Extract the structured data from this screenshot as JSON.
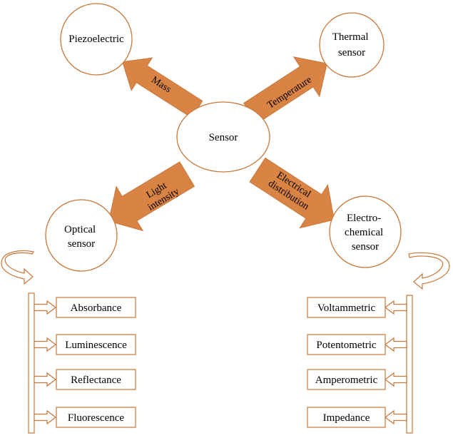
{
  "colors": {
    "arrow_fill": "#D98445",
    "arrow_stroke": "#C7773A",
    "node_stroke": "#C7773A",
    "text": "#000000"
  },
  "center": {
    "label": "Sensor"
  },
  "nodes": {
    "piezoelectric": [
      "Piezoelectric"
    ],
    "thermal": [
      "Thermal",
      "sensor"
    ],
    "optical": [
      "Optical",
      "sensor"
    ],
    "electrochemical": [
      "Electro-",
      "chemical",
      "sensor"
    ]
  },
  "arrows": {
    "mass": [
      "Mass"
    ],
    "temperature": [
      "Temperature"
    ],
    "light": [
      "Light",
      "intensity"
    ],
    "electrical": [
      "Electrical",
      "distribution"
    ]
  },
  "optical_methods": [
    "Absorbance",
    "Luminescence",
    "Reflectance",
    "Fluorescence"
  ],
  "electrochemical_methods": [
    "Voltammetric",
    "Potentometric",
    "Amperometric",
    "Impedance"
  ]
}
